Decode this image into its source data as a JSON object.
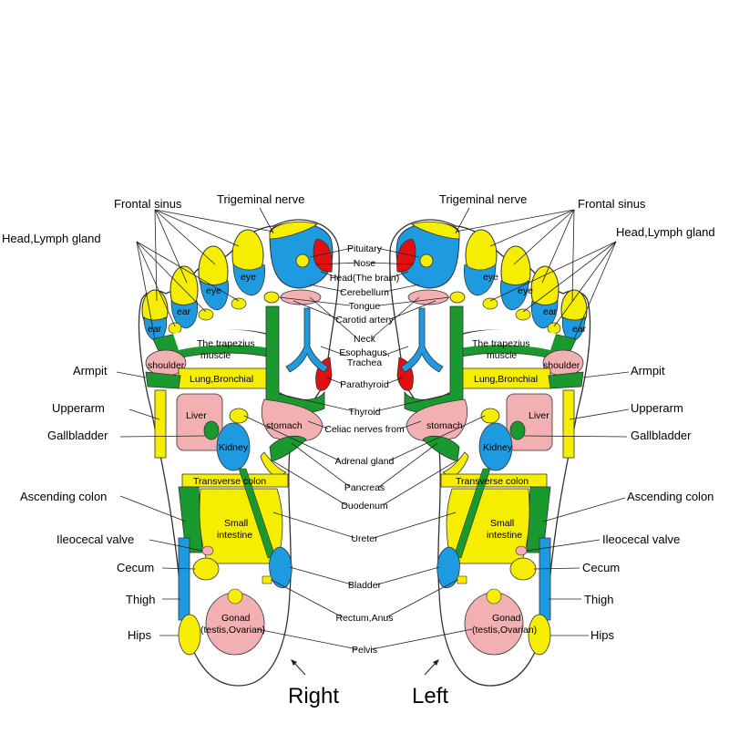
{
  "colors": {
    "yellow": "#f5ee00",
    "blue": "#1e9be0",
    "green": "#1a9a2e",
    "pink": "#f2b0b2",
    "red": "#e01010",
    "outline": "#333333"
  },
  "feet": {
    "right_label": "Right",
    "left_label": "Left"
  },
  "labels": {
    "frontal_sinus": "Frontal sinus",
    "trigeminal_nerve": "Trigeminal nerve",
    "head_lymph_gland": "Head,Lymph gland",
    "armpit": "Armpit",
    "upperarm": "Upperarm",
    "gallbladder": "Gallbladder",
    "ascending_colon": "Ascending colon",
    "ileocecal_valve": "Ileocecal valve",
    "cecum": "Cecum",
    "thigh": "Thigh",
    "hips": "Hips"
  },
  "center_labels": {
    "pituitary": "Pituitary",
    "nose": "Nose",
    "head_brain": "Head(The brain)",
    "cerebellum": "Cerebellum",
    "tongue": "Tongue",
    "carotid_artery": "Carotid artery",
    "neck": "Neck",
    "esophagus_1": "Esophagus,",
    "esophagus_2": "Trachea",
    "parathyroid": "Parathyroid",
    "thyroid": "Thyroid",
    "celiac": "Celiac nerves from",
    "adrenal": "Adrenal gland",
    "pancreas": "Pancreas",
    "duodenum": "Duodenum",
    "ureter": "Ureter",
    "bladder": "Bladder",
    "rectum": "Rectum,Anus",
    "pelvis": "Pelvis"
  },
  "zones": {
    "eye": "eye",
    "ear": "ear",
    "trapezius_1": "The trapezius",
    "trapezius_2": "muscle",
    "shoulder": "shoulder",
    "lung": "Lung,Bronchial",
    "liver": "Liver",
    "stomach": "stomach",
    "kidney": "Kidney",
    "transverse_colon": "Transverse colon",
    "small_intestine_1": "Small",
    "small_intestine_2": "intestine",
    "gonad_1": "Gonad",
    "gonad_2": "(testis,Ovarian)"
  }
}
